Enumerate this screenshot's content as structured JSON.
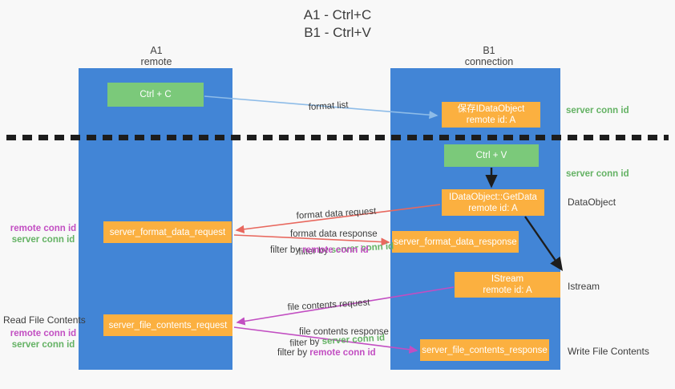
{
  "title": "A1 - Ctrl+C\nB1 - Ctrl+V",
  "colors": {
    "lane": "#4285d6",
    "green_box": "#7bc97a",
    "orange_box": "#fbb040",
    "server_conn_id": "#64b264",
    "remote_conn_id": "#c24ec2",
    "arrow_blue": "#8ebce8",
    "arrow_red": "#e8685e",
    "arrow_magenta": "#c24ec2",
    "arrow_black": "#1d1d1d",
    "background": "#f8f8f8"
  },
  "columns": [
    {
      "name": "A1",
      "sub": "remote",
      "label": "A1\nremote"
    },
    {
      "name": "B1",
      "sub": "connection",
      "label": "B1\nconnection"
    }
  ],
  "boxes": {
    "ctrl_c": "Ctrl + C",
    "save_idataobject": "保存IDataObject\nremote id: A",
    "ctrl_v": "Ctrl + V",
    "getdata": "IDataObject::GetData\nremote id: A",
    "server_format_data_request": "server_format_data_request",
    "server_format_data_response": "server_format_data_response",
    "istream": "IStream\nremote id: A",
    "server_file_contents_request": "server_file_contents_request",
    "server_file_contents_response": "server_file_contents_response"
  },
  "edge_labels": {
    "format_list": "format list",
    "format_data_request": "format data request",
    "filter_by": "filter by ",
    "server_conn_id": "server conn id",
    "format_data_response": "format data response",
    "remote_conn_id": "remote conn id",
    "file_contents_request": "file contents request",
    "file_contents_response": "file contents response"
  },
  "side_labels": {
    "server_conn_id_top": "server conn id",
    "server_conn_id_mid": "server conn id",
    "dataobject": "DataObject",
    "istream": "Istream",
    "write_file_contents": "Write File Contents",
    "read_file_contents": "Read File Contents",
    "remote_conn_id": "remote conn id",
    "server_conn_id": "server conn id"
  }
}
